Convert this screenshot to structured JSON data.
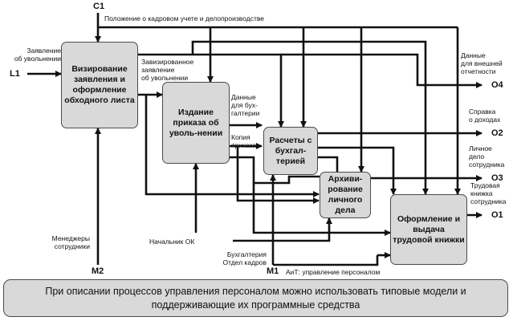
{
  "controls": {
    "c1": "C1",
    "c1_label": "Положение о кадровом учете и делопроизводстве"
  },
  "inputs": {
    "l1": "L1",
    "l1_label": "Заявление\nоб увольнении"
  },
  "mechanisms": {
    "m2": "M2",
    "m2_label": "Менеджеры\nсотрудники",
    "m1": "M1",
    "m1_label": "АиТ: управление персоналом",
    "hr_head": "Начальник ОК",
    "accounting_hr": "Бухгалтерия\nОтдел кадров"
  },
  "activities": [
    {
      "id": "a1",
      "label": "Визирование заявления и оформление обходного листа"
    },
    {
      "id": "a2",
      "label": "Издание приказа об уволь-нении"
    },
    {
      "id": "a3",
      "label": "Расчеты с бухгал-терией"
    },
    {
      "id": "a4",
      "label": "Архиви-рование личного дела"
    },
    {
      "id": "a5",
      "label": "Оформление и выдача трудовой книжки"
    }
  ],
  "flows": {
    "signed_app": "Завизированное\nзаявление\nоб увольнении",
    "accounting_data": "Данные\nдля бух-\nгалтерии",
    "order_copy": "Копия\nприказа"
  },
  "outputs": {
    "o4": "O4",
    "o4_label": "Данные\nдля внешней\nотчетности",
    "o2": "O2",
    "o2_label": "Справка\nо доходах",
    "o3": "O3",
    "o3_label": "Личное\nдело\nсотрудника",
    "o1": "O1",
    "o1_label": "Трудовая\nкнижка\nсотрудника"
  },
  "caption": "При описании процессов управления персоналом можно использовать типовые модели и поддерживающие их программные средства"
}
